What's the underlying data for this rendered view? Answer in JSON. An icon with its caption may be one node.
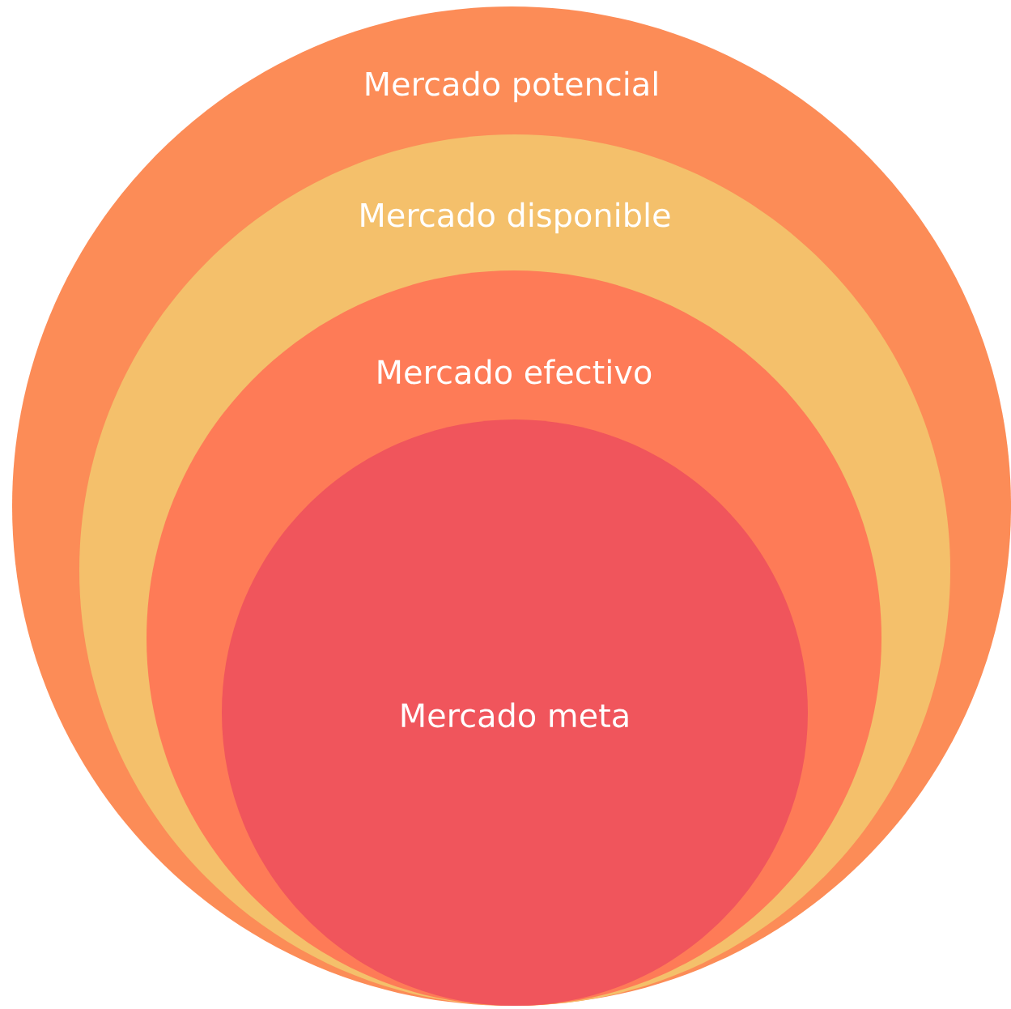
{
  "diagram": {
    "nodes": [
      {
        "text": [
          "Mercado potencial"
        ]
      },
      {
        "text": [
          "Mercado disponible"
        ],
        "in": 0
      },
      {
        "text": [
          "Mercado efectivo"
        ],
        "in": 1
      },
      {
        "text": [
          "Mercado meta"
        ],
        "in": 2
      }
    ]
  }
}
